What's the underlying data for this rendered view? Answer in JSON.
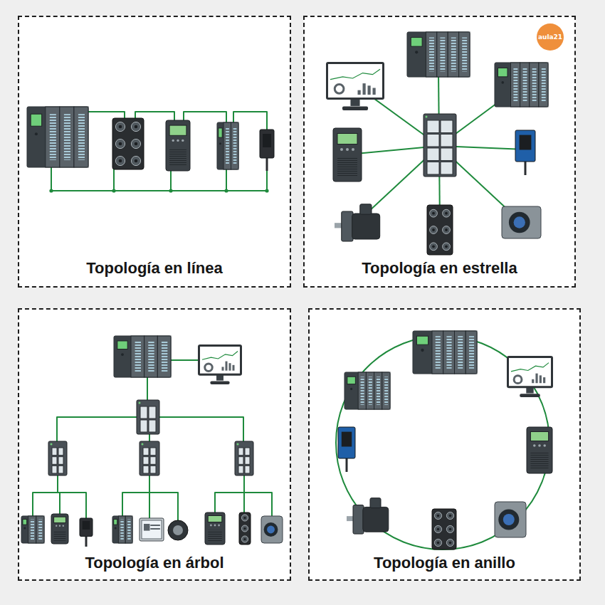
{
  "diagram": {
    "nodes": [
      {
        "text": [
          "Topología en línea"
        ]
      },
      {
        "text": [
          "Topología en estrella"
        ]
      },
      {
        "text": [
          "Topología en árbol"
        ]
      },
      {
        "text": [
          "Topología en anillo"
        ]
      }
    ],
    "labels": [
      "aula21"
    ]
  }
}
